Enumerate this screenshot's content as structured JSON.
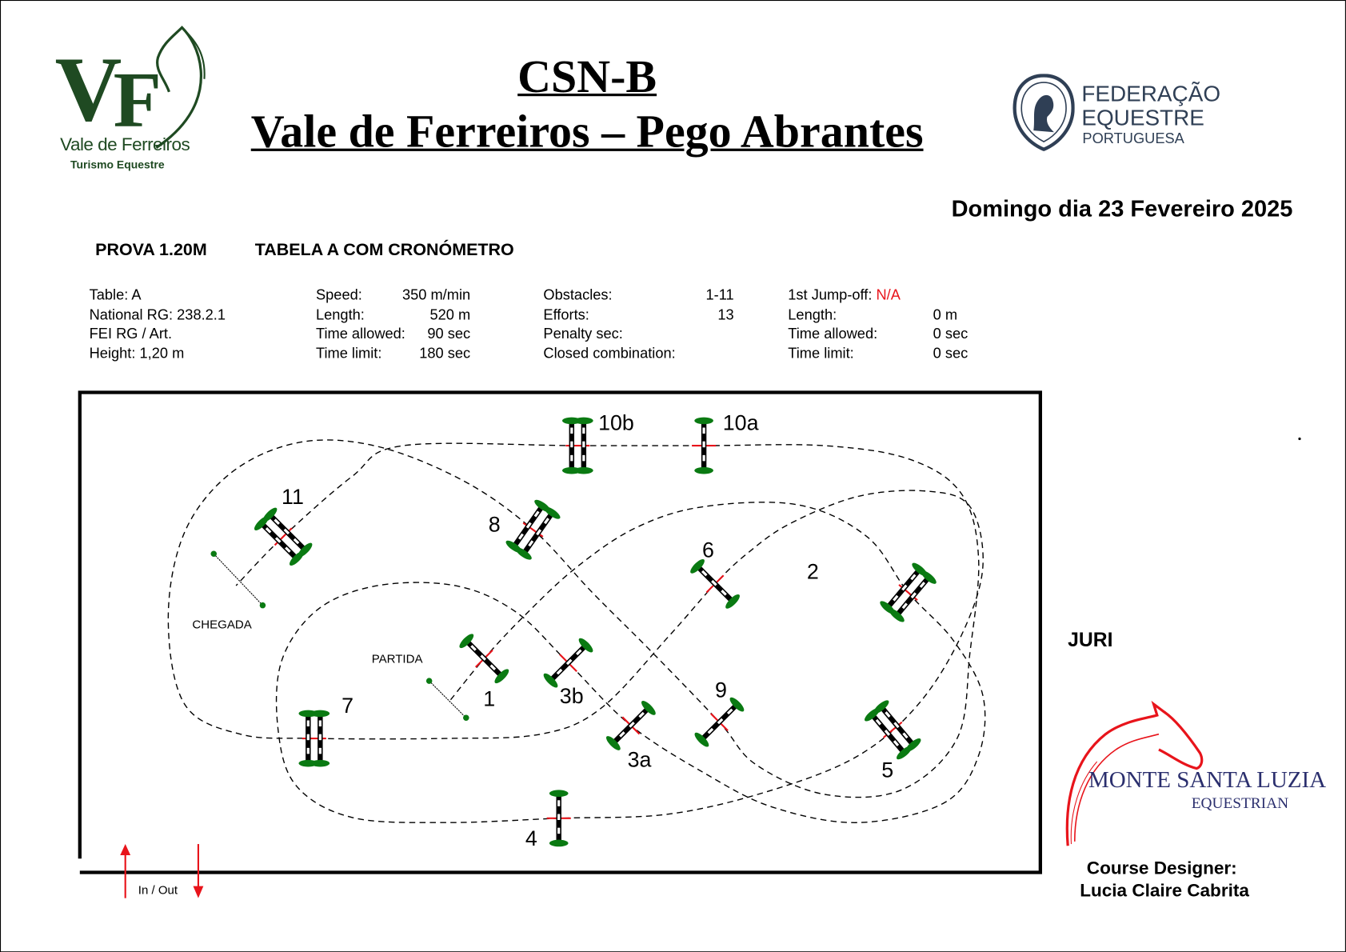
{
  "header": {
    "title_code": "CSN-B",
    "title_venue": "Vale de Ferreiros – Pego Abrantes",
    "date": "Domingo dia 23 Fevereiro 2025"
  },
  "logos": {
    "left": {
      "letters": "VF",
      "name": "Vale de Ferreiros",
      "tagline": "Turismo Equestre"
    },
    "right": {
      "line1": "FEDERAÇÃO",
      "line2": "EQUESTRE",
      "line3": "PORTUGUESA",
      "seal": "FEDERAÇÃO EQUESTRE PORTUGUESA"
    },
    "sponsor": {
      "name": "MONTE SANTA LUZIA",
      "sub": "EQUESTRIAN"
    }
  },
  "class": {
    "prova": "PROVA 1.20M",
    "table": "TABELA A COM CRONÓMETRO"
  },
  "info": {
    "col1": [
      "Table: A",
      "National RG: 238.2.1",
      "FEI RG / Art.",
      "Height: 1,20 m"
    ],
    "col2": [
      {
        "label": "Speed:",
        "value": "350 m/min"
      },
      {
        "label": "Length:",
        "value": "520 m"
      },
      {
        "label": "Time allowed:",
        "value": "90 sec"
      },
      {
        "label": "Time limit:",
        "value": "180 sec"
      }
    ],
    "col3": [
      {
        "label": "Obstacles:",
        "value": "1-11"
      },
      {
        "label": "Efforts:",
        "value": "13"
      },
      {
        "label": "Penalty sec:",
        "value": ""
      },
      {
        "label": "Closed combination:",
        "value": ""
      }
    ],
    "col4": [
      {
        "label": "1st Jump-off:",
        "value": "N/A"
      },
      {
        "label": "Length:",
        "value": "0 m"
      },
      {
        "label": "Time allowed:",
        "value": "0 sec"
      },
      {
        "label": "Time limit:",
        "value": "0 sec"
      }
    ]
  },
  "course": {
    "start_label": "PARTIDA",
    "finish_label": "CHEGADA",
    "in_out_label": "In / Out",
    "obstacles": [
      "1",
      "2",
      "3a",
      "3b",
      "4",
      "5",
      "6",
      "7",
      "8",
      "9",
      "10a",
      "10b",
      "11"
    ]
  },
  "side": {
    "juri": "JURI",
    "designer_title": "Course Designer:",
    "designer_name": "Lucia Claire Cabrita"
  },
  "colors": {
    "green": "#0a7a12",
    "red": "#e8141b",
    "logo_green": "#1f4a22"
  }
}
